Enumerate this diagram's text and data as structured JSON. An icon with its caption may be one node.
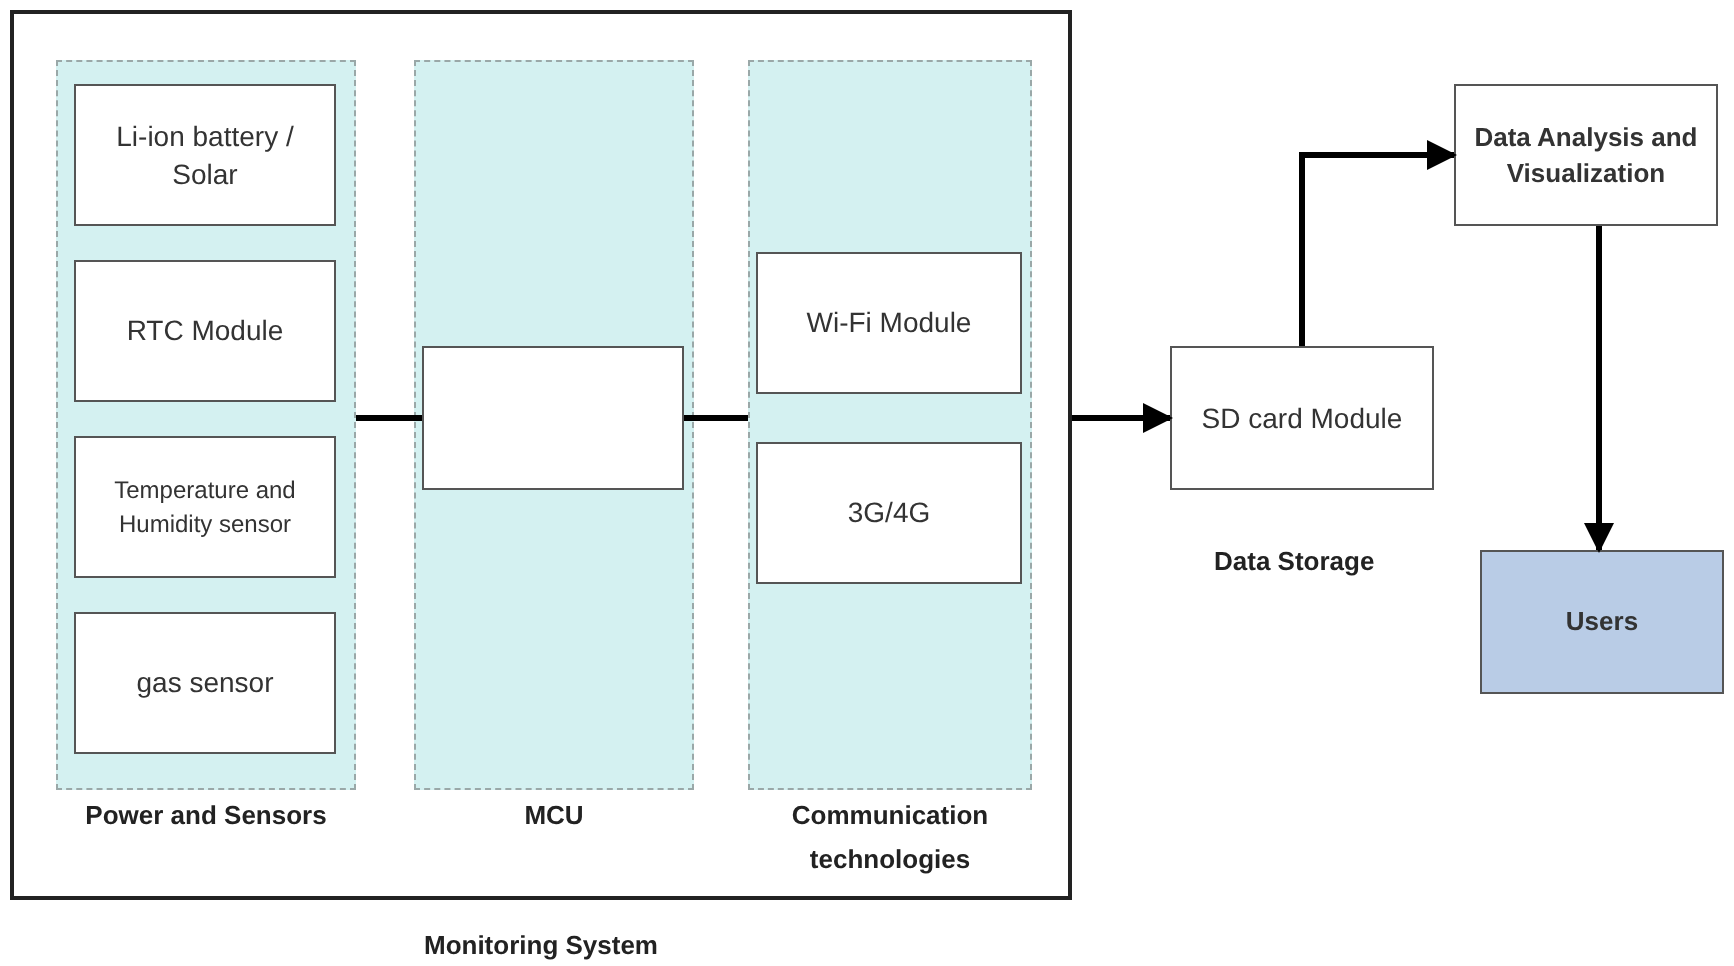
{
  "diagram": {
    "nodes": [
      {
        "text": [
          "Monitoring System"
        ]
      },
      {
        "text": [
          "Power and Sensors"
        ],
        "in": 0
      },
      {
        "text": [
          "Li-ion battery / Solar"
        ],
        "in": 1
      },
      {
        "text": [
          "RTC Module"
        ],
        "in": 1
      },
      {
        "text": [
          "Temperature and Humidity sensor"
        ],
        "in": 1
      },
      {
        "text": [
          "gas sensor"
        ],
        "in": 1
      },
      {
        "text": [
          "MCU"
        ],
        "in": 0
      },
      {
        "text": [],
        "shape": "box",
        "in": 6
      },
      {
        "text": [
          "Communication technologies"
        ],
        "in": 0
      },
      {
        "text": [
          "Wi-Fi Module"
        ],
        "in": 8
      },
      {
        "text": [
          "3G/4G"
        ],
        "in": 8
      },
      {
        "text": [
          "SD card Module"
        ],
        "beside": [
          "Data Storage"
        ]
      },
      {
        "text": [
          "Data Analysis and Visualization"
        ]
      },
      {
        "text": [
          "Users"
        ]
      }
    ],
    "edges": [
      {
        "from": 1,
        "to": 7,
        "arrow": "none"
      },
      {
        "from": 7,
        "to": 8,
        "arrow": "none"
      },
      {
        "from": 0,
        "to": 11,
        "arrow": "to"
      },
      {
        "from": 11,
        "to": 12,
        "arrow": "to"
      },
      {
        "from": 12,
        "to": 13,
        "arrow": "to"
      }
    ]
  }
}
